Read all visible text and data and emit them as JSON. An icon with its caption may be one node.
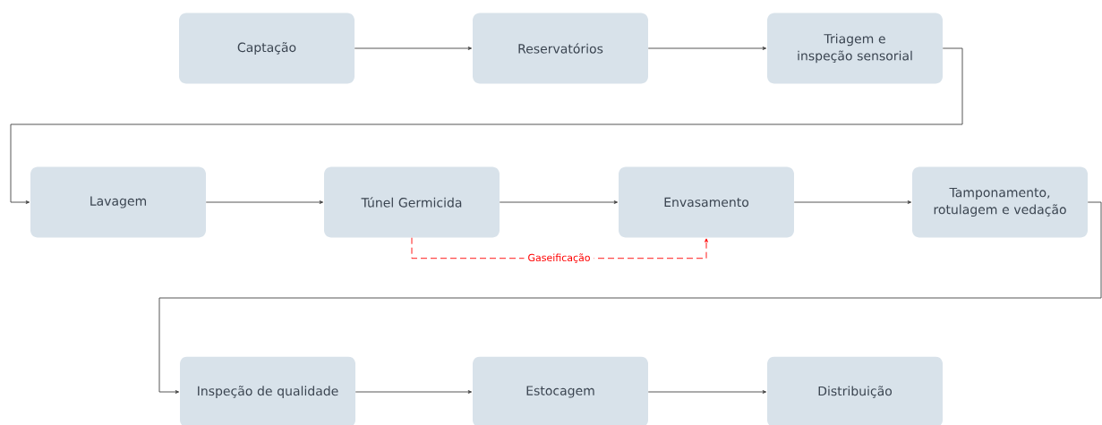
{
  "diagram": {
    "nodes": [
      {
        "text": [
          "Captação"
        ]
      },
      {
        "text": [
          "Reservatórios"
        ]
      },
      {
        "text": [
          "Triagem e inspeção sensorial"
        ]
      },
      {
        "text": [
          "Lavagem"
        ]
      },
      {
        "text": [
          "Túnel Germicida"
        ]
      },
      {
        "text": [
          "Envasamento"
        ]
      },
      {
        "text": [
          "Tamponamento, rotulagem e vedação"
        ]
      },
      {
        "text": [
          "Inspeção de qualidade"
        ]
      },
      {
        "text": [
          "Estocagem"
        ]
      },
      {
        "text": [
          "Distribuição"
        ]
      }
    ],
    "edges": [
      {
        "from": 0,
        "to": 1,
        "arrow": "to"
      },
      {
        "from": 1,
        "to": 2,
        "arrow": "to"
      },
      {
        "from": 2,
        "to": 3,
        "arrow": "to"
      },
      {
        "from": 3,
        "to": 4,
        "arrow": "to"
      },
      {
        "from": 4,
        "to": 5,
        "arrow": "to"
      },
      {
        "from": 5,
        "to": 6,
        "arrow": "to"
      },
      {
        "from": 6,
        "to": 7,
        "arrow": "to"
      },
      {
        "from": 7,
        "to": 8,
        "arrow": "to"
      },
      {
        "from": 8,
        "to": 9,
        "arrow": "to"
      },
      {
        "from": 4,
        "to": 5,
        "arrow": "to",
        "label": "Gaseificação",
        "style": "dashed",
        "color": "#ff0000"
      }
    ]
  }
}
